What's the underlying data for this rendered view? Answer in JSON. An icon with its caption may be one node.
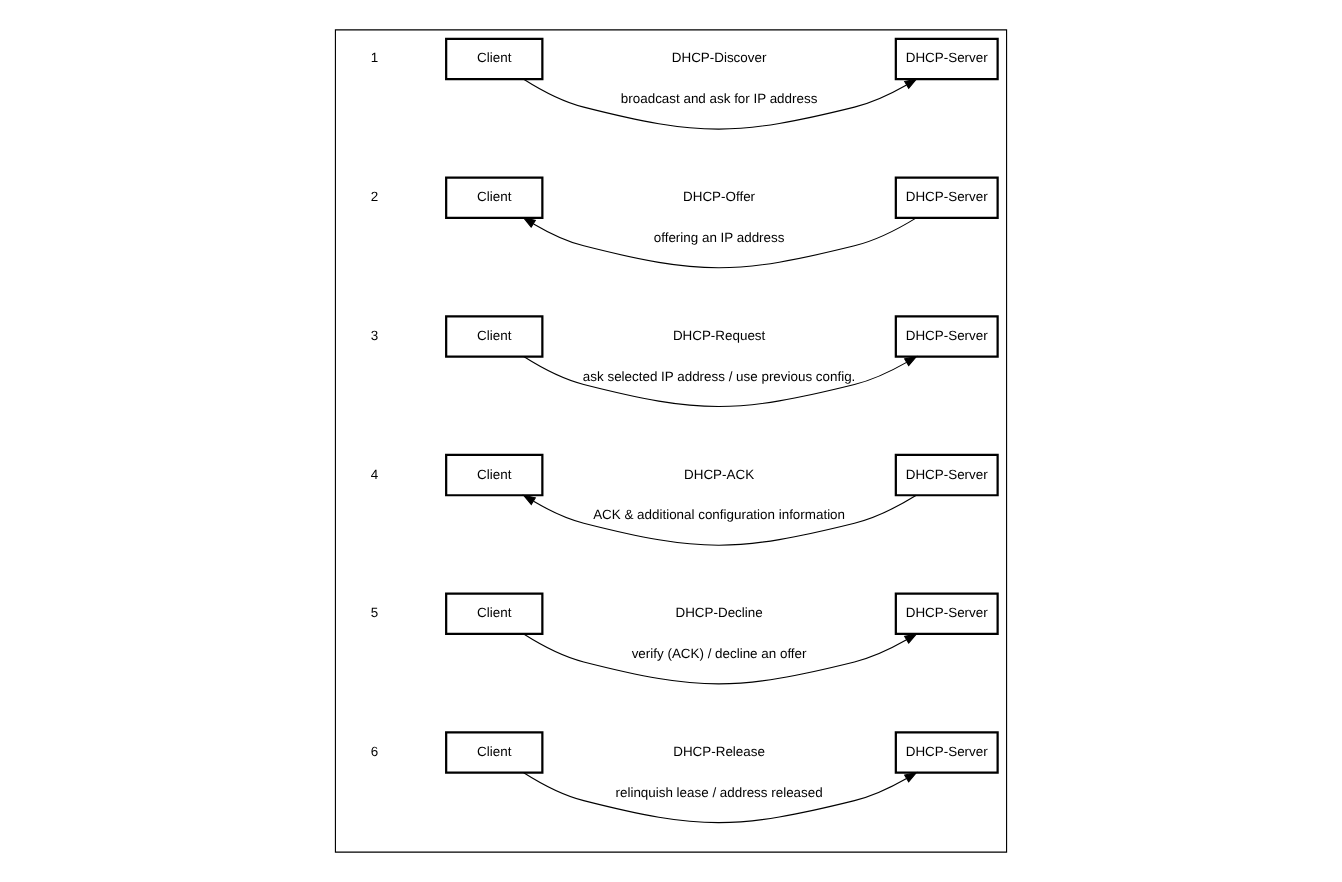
{
  "diagram": {
    "nodes": [
      {
        "text": [],
        "shape": "box"
      },
      {
        "text": [
          "Client"
        ],
        "in": 0
      },
      {
        "text": [
          "DHCP-Server"
        ],
        "in": 0
      },
      {
        "text": [
          "Client"
        ],
        "in": 0
      },
      {
        "text": [
          "DHCP-Server"
        ],
        "in": 0
      },
      {
        "text": [
          "Client"
        ],
        "in": 0
      },
      {
        "text": [
          "DHCP-Server"
        ],
        "in": 0
      },
      {
        "text": [
          "Client"
        ],
        "in": 0
      },
      {
        "text": [
          "DHCP-Server"
        ],
        "in": 0
      },
      {
        "text": [
          "Client"
        ],
        "in": 0
      },
      {
        "text": [
          "DHCP-Server"
        ],
        "in": 0
      },
      {
        "text": [
          "Client"
        ],
        "in": 0
      },
      {
        "text": [
          "DHCP-Server"
        ],
        "in": 0
      }
    ],
    "edges": [
      {
        "from": 1,
        "to": 2,
        "arrow": "to",
        "label": "broadcast and ask for IP address"
      },
      {
        "from": 4,
        "to": 3,
        "arrow": "to",
        "label": "offering an IP address"
      },
      {
        "from": 5,
        "to": 6,
        "arrow": "to",
        "label": "ask selected IP address / use previous config."
      },
      {
        "from": 8,
        "to": 7,
        "arrow": "to",
        "label": "ACK & additional configuration information"
      },
      {
        "from": 9,
        "to": 10,
        "arrow": "to",
        "label": "verify (ACK) / decline an offer"
      },
      {
        "from": 11,
        "to": 12,
        "arrow": "to",
        "label": "relinquish lease / address released"
      }
    ],
    "labels": [
      "1",
      "DHCP-Discover",
      "2",
      "DHCP-Offer",
      "3",
      "DHCP-Request",
      "4",
      "DHCP-ACK",
      "5",
      "DHCP-Decline",
      "6",
      "DHCP-Release"
    ]
  }
}
